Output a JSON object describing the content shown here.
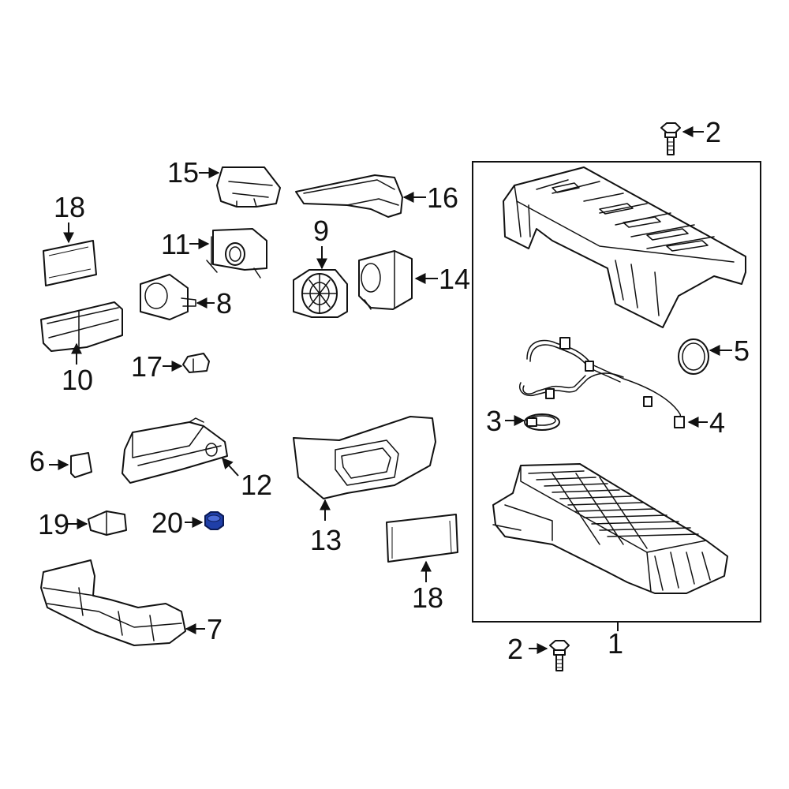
{
  "callouts": {
    "c1": "1",
    "c2_top": "2",
    "c2_bottom": "2",
    "c3": "3",
    "c4": "4",
    "c5": "5",
    "c6": "6",
    "c7": "7",
    "c8": "8",
    "c9": "9",
    "c10": "10",
    "c11": "11",
    "c12": "12",
    "c13": "13",
    "c14": "14",
    "c15": "15",
    "c16": "16",
    "c17": "17",
    "c18_left": "18",
    "c18_right": "18",
    "c19": "19",
    "c20": "20"
  },
  "colors": {
    "highlight_part": "#1f3fa8",
    "line": "#111111"
  }
}
